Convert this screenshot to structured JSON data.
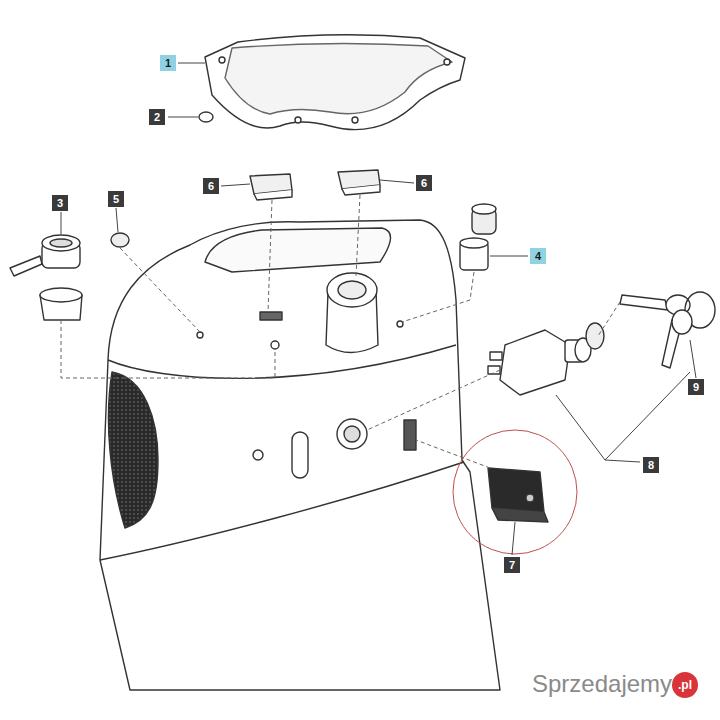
{
  "diagram": {
    "labels": [
      "1",
      "2",
      "3",
      "5",
      "6",
      "6",
      "4",
      "9",
      "8",
      "7",
      "Sprzedajemy",
      ".pl"
    ]
  }
}
